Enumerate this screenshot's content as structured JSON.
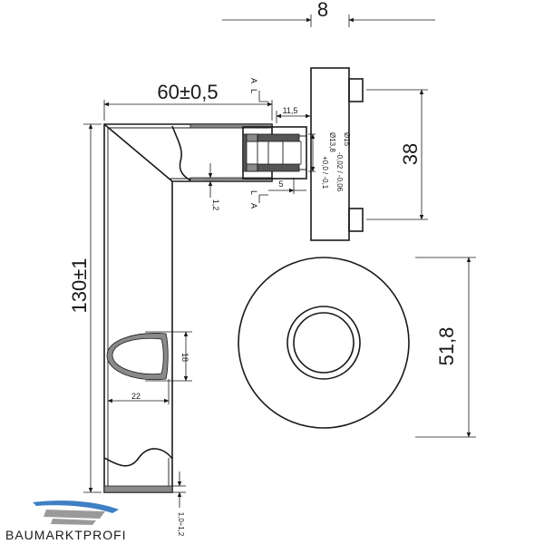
{
  "dimensions": {
    "rosette_thickness": "8",
    "lever_length": "60±0,5",
    "lever_height": "130±1",
    "rosette_spacing": "38",
    "rosette_diameter": "51,8",
    "insert_length": "11,5",
    "insert_step": "5",
    "wall_thickness": "1,2",
    "grip_width": "22",
    "grip_height": "18",
    "end_cap_thickness": "1,0÷1,2",
    "bore_outer": "Ø15",
    "bore_outer_tolerance": "-0,02 / -0,06",
    "bore_inner": "Ø13,8",
    "bore_inner_tolerance": "+0,0 / -0,1"
  },
  "section_marks": {
    "top_letter_a": "A",
    "top_letter_l": "L",
    "bottom_letter_l": "L",
    "bottom_letter_a": "A"
  },
  "logo": {
    "name": "BAUMARKTPROFI",
    "colors": {
      "blue": "#3f7fc4",
      "grey": "#9a9a9a"
    }
  }
}
